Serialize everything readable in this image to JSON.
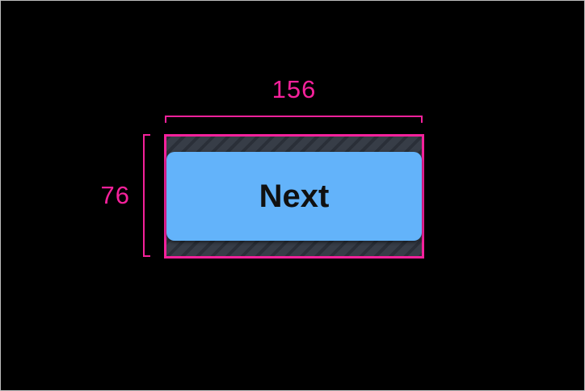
{
  "canvas": {
    "background_color": "#000000",
    "frame_border_color": "#bdbdbd"
  },
  "annotations": {
    "accent_color": "#f5219b",
    "width_label": "156",
    "height_label": "76"
  },
  "padding_area": {
    "pattern": "diagonal-hatch",
    "base_color": "#373d47",
    "stripe_color": "#2a2f38"
  },
  "button": {
    "label": "Next",
    "background_color": "#63b3fa",
    "text_color": "#101010"
  }
}
